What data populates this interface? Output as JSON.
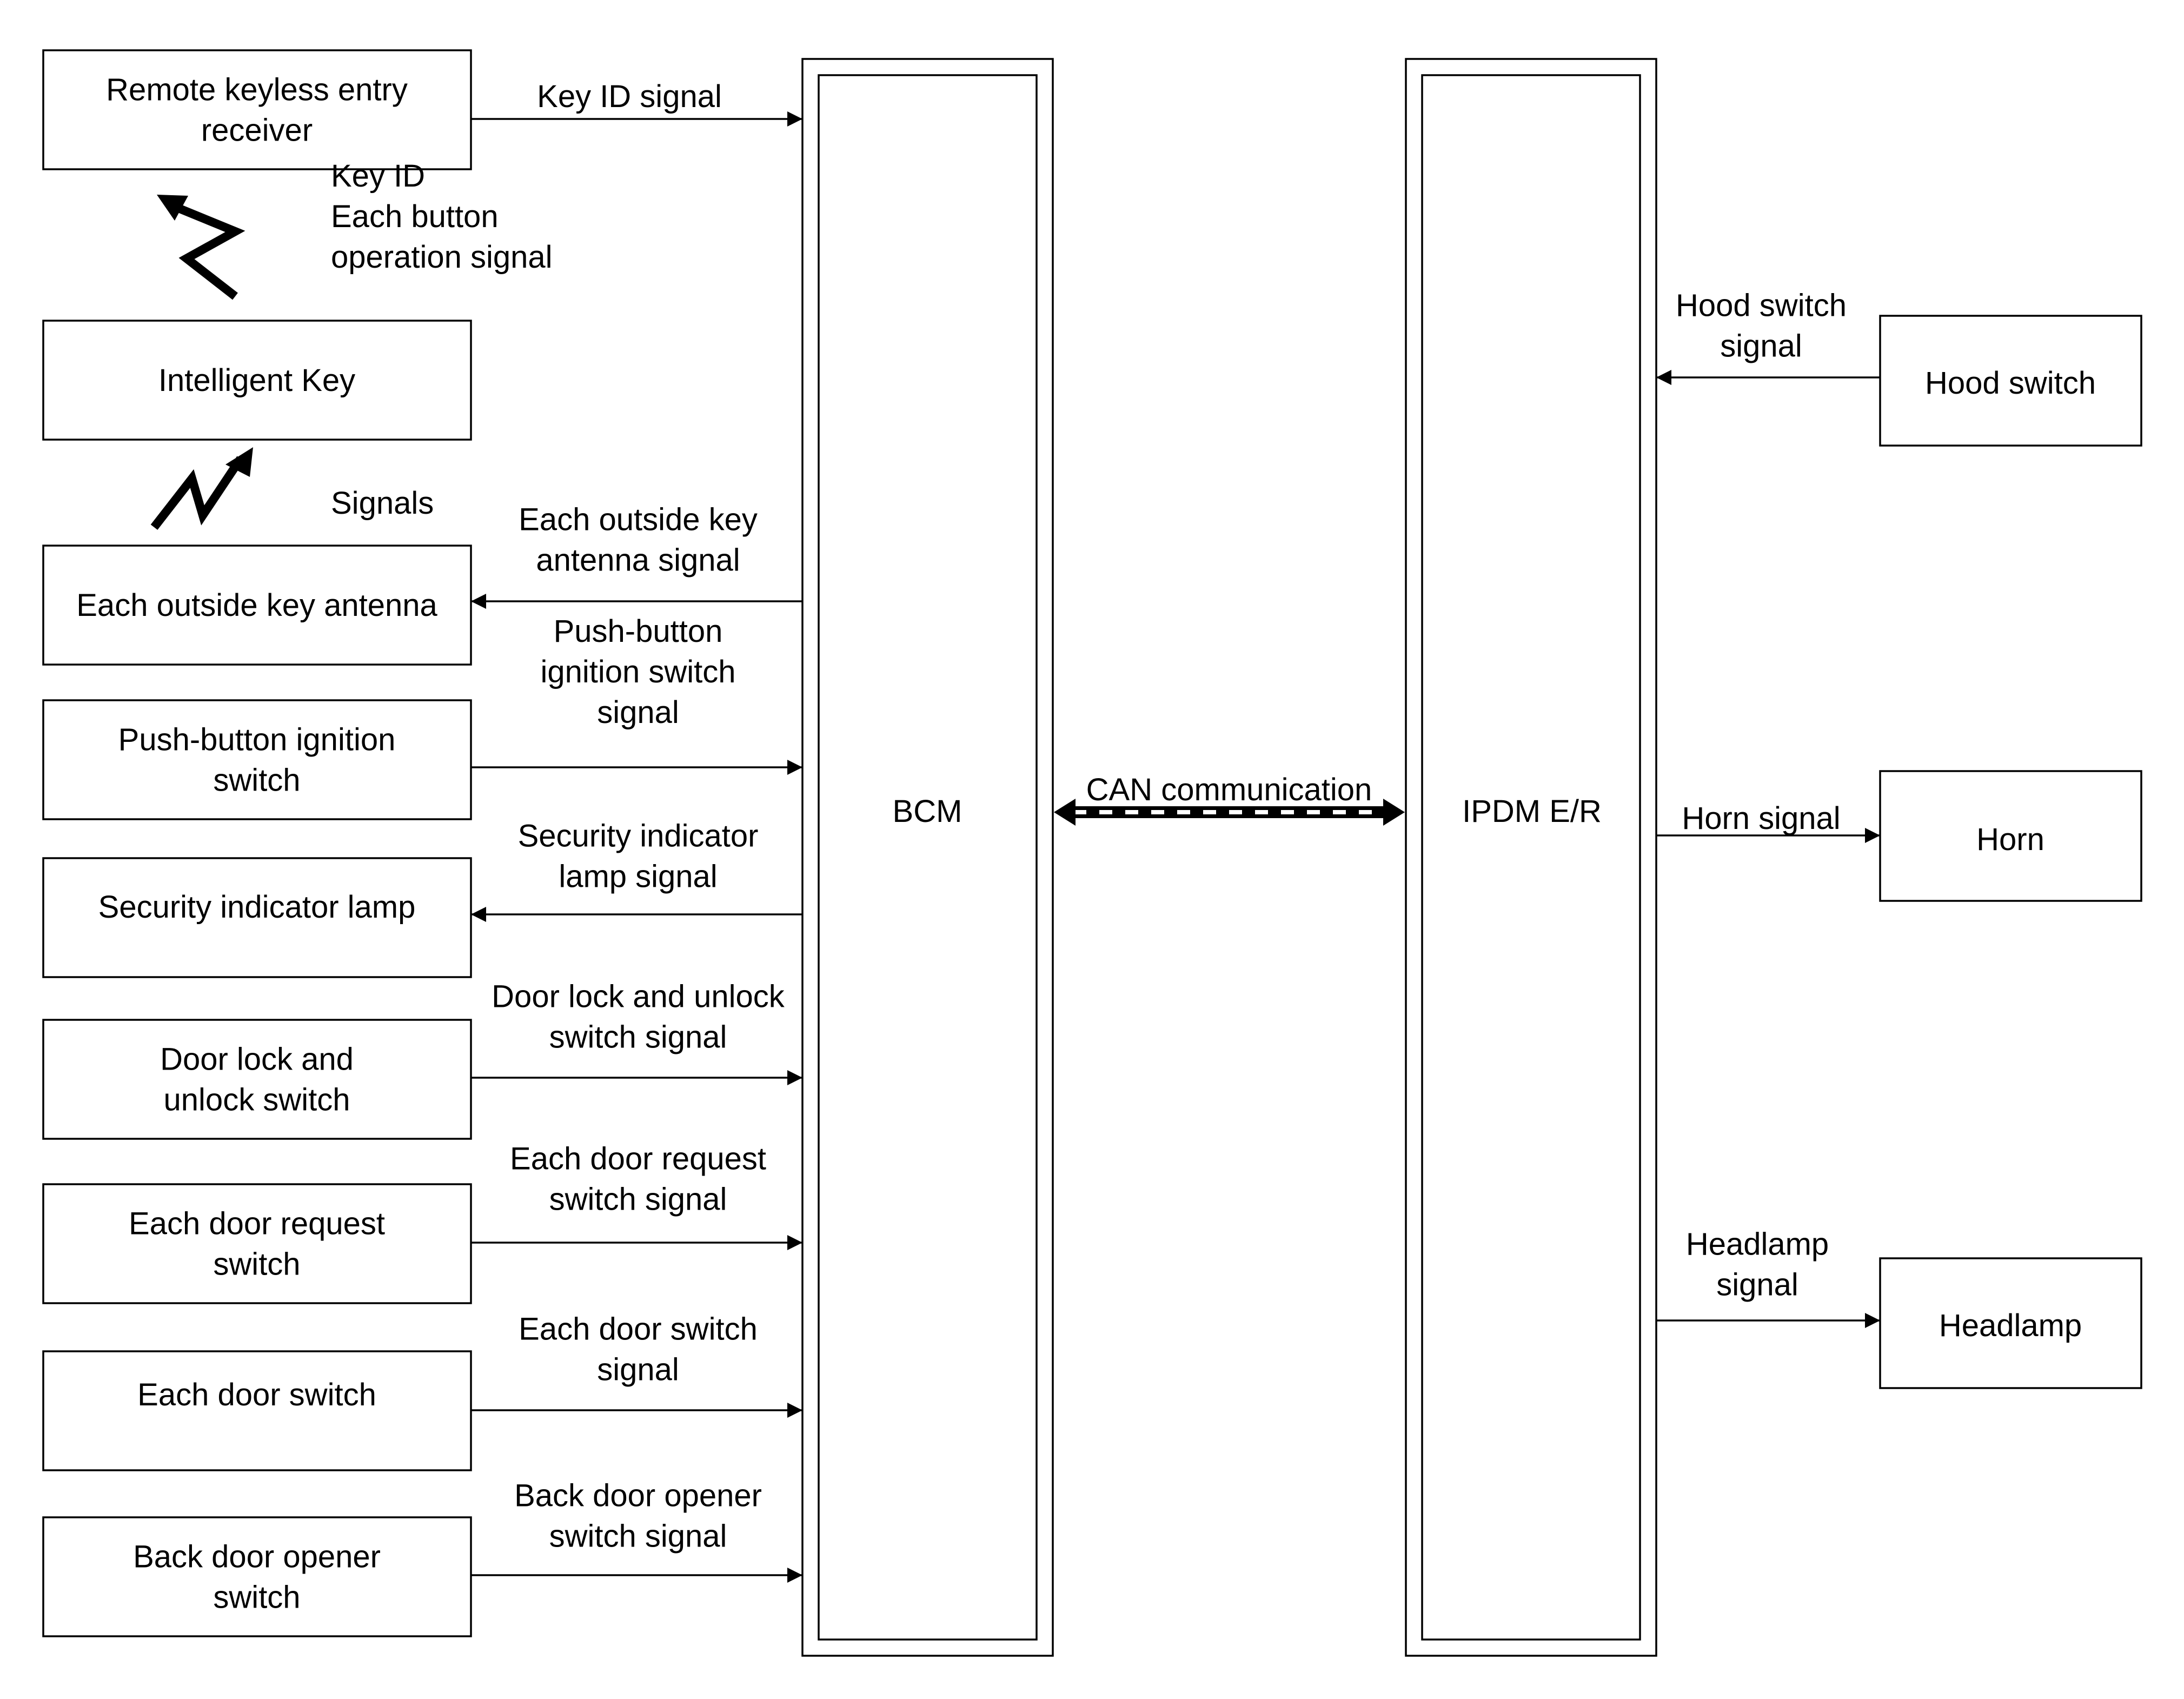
{
  "boxes": {
    "remote_keyless_entry_receiver": [
      "Remote keyless entry",
      "receiver"
    ],
    "intelligent_key": [
      "Intelligent Key"
    ],
    "each_outside_key_antenna": [
      "Each outside key antenna"
    ],
    "push_button_ignition_switch": [
      "Push-button ignition",
      "switch"
    ],
    "security_indicator_lamp": [
      "Security indicator lamp"
    ],
    "door_lock_and_unlock_switch": [
      "Door lock and",
      "unlock switch"
    ],
    "each_door_request_switch": [
      "Each door request",
      "switch"
    ],
    "each_door_switch": [
      "Each door switch"
    ],
    "back_door_opener_switch": [
      "Back door opener",
      "switch"
    ],
    "bcm": [
      "BCM"
    ],
    "ipdm_er": [
      "IPDM E/R"
    ],
    "hood_switch": [
      "Hood switch"
    ],
    "horn": [
      "Horn"
    ],
    "headlamp": [
      "Headlamp"
    ]
  },
  "signals": {
    "key_id_signal": [
      "Key ID signal"
    ],
    "key_id_each_button": [
      "Key ID",
      "Each button",
      "operation signal"
    ],
    "signals": [
      "Signals"
    ],
    "each_outside_key_antenna_signal": [
      "Each outside key",
      "antenna signal"
    ],
    "push_button_ignition_switch_signal": [
      "Push-button",
      "ignition switch",
      "signal"
    ],
    "can_communication": [
      "CAN communication"
    ],
    "security_indicator_lamp_signal": [
      "Security indicator",
      "lamp signal"
    ],
    "door_lock_and_unlock_switch_signal": [
      "Door lock and unlock",
      "switch signal"
    ],
    "each_door_request_switch_signal": [
      "Each door request",
      "switch signal"
    ],
    "each_door_switch_signal": [
      "Each door switch",
      "signal"
    ],
    "back_door_opener_switch_signal": [
      "Back door opener",
      "switch signal"
    ],
    "hood_switch_signal": [
      "Hood switch",
      "signal"
    ],
    "horn_signal": [
      "Horn signal"
    ],
    "headlamp_signal": [
      "Headlamp",
      "signal"
    ]
  }
}
